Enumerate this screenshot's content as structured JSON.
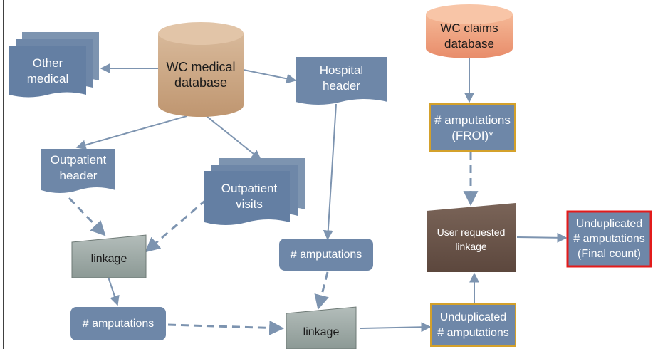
{
  "colors": {
    "node_fill": "#6E87A8",
    "node_text": "#FFFFFF",
    "db_medical": "#C9A27E",
    "db_claims": "#EFA07F",
    "user_linkage_fill": "#6B554A",
    "linkage_fill": "#9EAAA6",
    "gold_border": "#D4A12B",
    "red_border": "#E31B1B",
    "arrow": "#7D94B0"
  },
  "nodes": {
    "wc_medical_db": {
      "line1": "WC medical",
      "line2": "database"
    },
    "wc_claims_db": {
      "line1": "WC claims",
      "line2": "database"
    },
    "other_medical": {
      "line1": "Other",
      "line2": "medical"
    },
    "hospital_header": {
      "line1": "Hospital",
      "line2": "header"
    },
    "outpatient_header": {
      "line1": "Outpatient",
      "line2": "header"
    },
    "outpatient_visits": {
      "line1": "Outpatient",
      "line2": "visits"
    },
    "amputations_froi": {
      "line1": "# amputations",
      "line2": "(FROI)*"
    },
    "user_linkage": {
      "line1": "User requested",
      "line2": "linkage"
    },
    "final_count": {
      "line1": "Unduplicated",
      "line2": "# amputations",
      "line3": "(Final count)"
    },
    "linkage_left": {
      "label": "linkage"
    },
    "amputations_mid": {
      "label": "# amputations"
    },
    "amputations_left": {
      "label": "# amputations"
    },
    "linkage_bottom": {
      "label": "linkage"
    },
    "unduplicated_amputations": {
      "line1": "Unduplicated",
      "line2": "# amputations"
    }
  }
}
